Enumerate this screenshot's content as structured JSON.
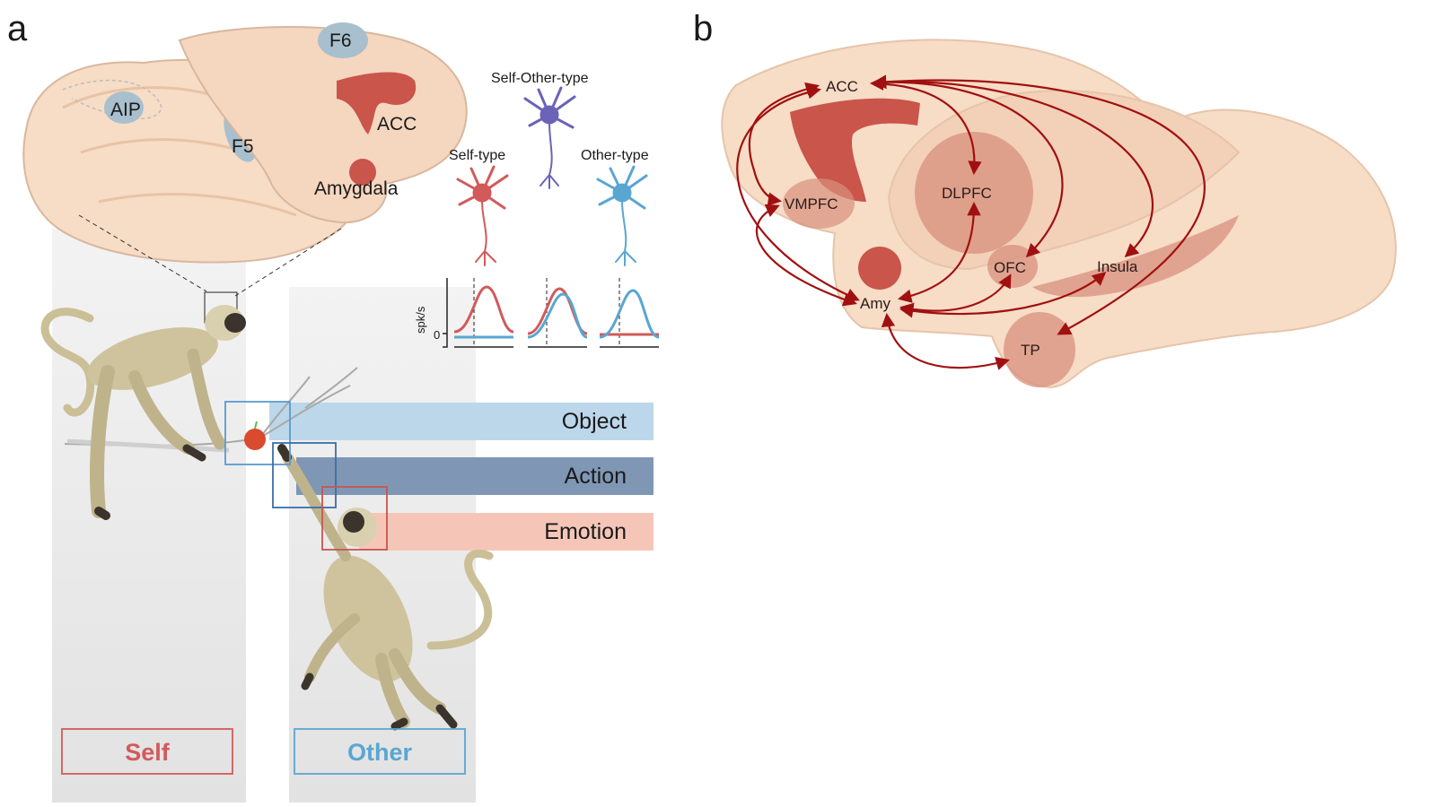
{
  "panels": {
    "a": {
      "letter": "a",
      "brain_labels": {
        "f6": "F6",
        "aip": "AIP",
        "f5": "F5",
        "acc": "ACC",
        "amygdala": "Amygdala"
      },
      "neuron_types": {
        "self_other": "Self-Other-type",
        "self": "Self-type",
        "other": "Other-type"
      },
      "firing_plot": {
        "ylabel": "spk/s",
        "zero_tick": "0"
      },
      "categories": {
        "object": "Object",
        "action": "Action",
        "emotion": "Emotion"
      },
      "roles": {
        "self": "Self",
        "other": "Other"
      }
    },
    "b": {
      "letter": "b",
      "regions": {
        "acc": "ACC",
        "vmpfc": "VMPFC",
        "dlpfc": "DLPFC",
        "ofc": "OFC",
        "insula": "Insula",
        "amy": "Amy",
        "tp": "TP"
      }
    }
  },
  "colors": {
    "self_red": "#d25a5a",
    "other_blue": "#5aa6d2",
    "self_other_purple": "#6a63b8",
    "brain_fill": "#f7dcc6",
    "region_red": "#c9554b",
    "arrow_red": "#a01010",
    "object_band": "#bcd7ea",
    "action_band": "#7f97b5",
    "emotion_band": "#f5c6b8"
  }
}
